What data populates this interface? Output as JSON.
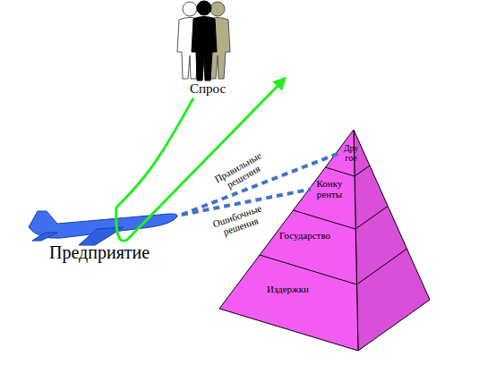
{
  "diagram": {
    "nodes": [
      {
        "text": [
          "Спрос"
        ]
      },
      {
        "text": [
          "Предприятие"
        ]
      },
      {
        "text": [
          "Дру гое"
        ]
      },
      {
        "text": [
          "Конку ренты"
        ]
      },
      {
        "text": [
          "Государство"
        ]
      },
      {
        "text": [
          "Издержки"
        ]
      }
    ],
    "edges": [
      {
        "from": 0,
        "to": 1,
        "arrow": "none"
      },
      {
        "from": 1,
        "to": 2,
        "label": "Правильные решения",
        "arrow": "none"
      },
      {
        "from": 1,
        "to": 3,
        "label": "Ошибочные решения",
        "arrow": "none"
      }
    ]
  }
}
